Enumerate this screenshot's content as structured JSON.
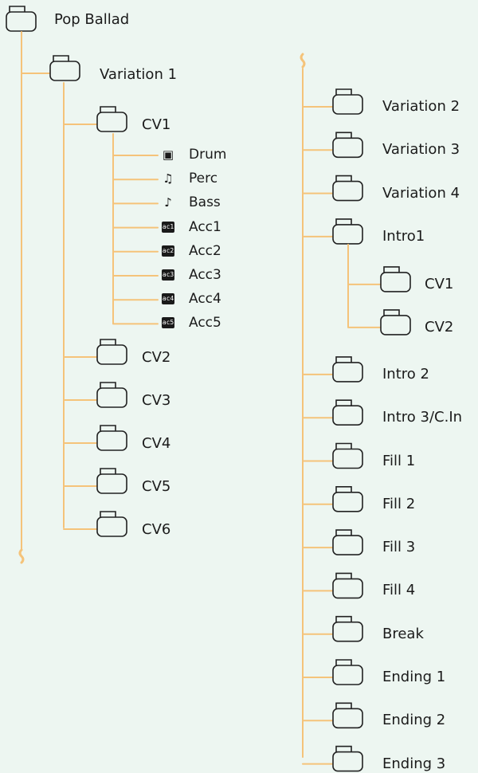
{
  "colors": {
    "connector": "#f5c37a",
    "folder_stroke": "#222222",
    "folder_fill": "#edf6f1",
    "background": "#edf6f1"
  },
  "root": {
    "label": "Pop Ballad"
  },
  "variation1": {
    "label": "Variation 1",
    "cv1": {
      "label": "CV1",
      "tracks": [
        {
          "label": "Drum",
          "icon": "drum-icon"
        },
        {
          "label": "Perc",
          "icon": "percussion-icon"
        },
        {
          "label": "Bass",
          "icon": "bass-icon"
        },
        {
          "label": "Acc1",
          "icon": "acc1-icon",
          "badge": "ac1"
        },
        {
          "label": "Acc2",
          "icon": "acc2-icon",
          "badge": "ac2"
        },
        {
          "label": "Acc3",
          "icon": "acc3-icon",
          "badge": "ac3"
        },
        {
          "label": "Acc4",
          "icon": "acc4-icon",
          "badge": "ac4"
        },
        {
          "label": "Acc5",
          "icon": "acc5-icon",
          "badge": "ac5"
        }
      ]
    },
    "other_cvs": [
      "CV2",
      "CV3",
      "CV4",
      "CV5",
      "CV6"
    ]
  },
  "right_column": {
    "items": [
      {
        "label": "Variation 2"
      },
      {
        "label": "Variation 3"
      },
      {
        "label": "Variation 4"
      },
      {
        "label": "Intro1",
        "children": [
          "CV1",
          "CV2"
        ]
      },
      {
        "label": "Intro 2"
      },
      {
        "label": "Intro 3/C.In"
      },
      {
        "label": "Fill 1"
      },
      {
        "label": "Fill 2"
      },
      {
        "label": "Fill 3"
      },
      {
        "label": "Fill 4"
      },
      {
        "label": "Break"
      },
      {
        "label": "Ending 1"
      },
      {
        "label": "Ending 2"
      },
      {
        "label": "Ending 3"
      }
    ]
  }
}
